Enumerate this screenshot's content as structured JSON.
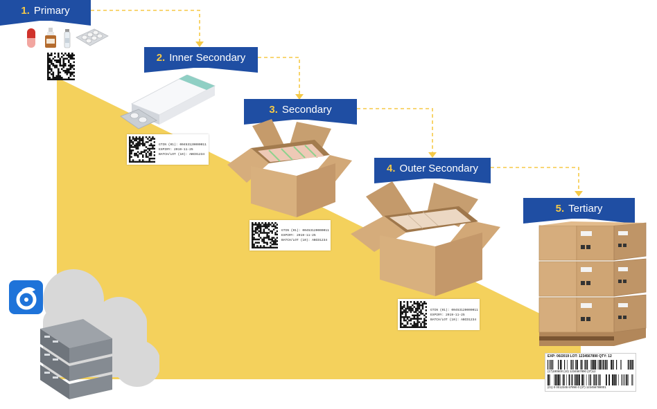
{
  "stages": [
    {
      "num": "1.",
      "label": "Primary"
    },
    {
      "num": "2.",
      "label": "Inner Secondary"
    },
    {
      "num": "3.",
      "label": "Secondary"
    },
    {
      "num": "4.",
      "label": "Outer Secondary"
    },
    {
      "num": "5.",
      "label": "Tertiary"
    }
  ],
  "product_label": {
    "gtin": "GTIN (01): 00453120000011",
    "expiry": "EXPIRY: 2019-11-25",
    "batch": "BATCH/LOT (10): ABCD1234"
  },
  "pallet_label": {
    "top": "EXP: 06/2019   LOT: 1234567890   QTY: 12",
    "line1": "(17)190600 (10) 1234567890 (37)12",
    "line2": "(01) 0 0012345 67890 0 (37) 123456789001"
  },
  "colors": {
    "banner": "#1f4ea3",
    "accent": "#f5c947",
    "triangle": "#f4d15c",
    "connector": "#f5c947"
  },
  "icons": [
    "capsule-icon",
    "dropper-bottle-icon",
    "vial-icon",
    "blister-pack-icon",
    "app-logo-icon",
    "cloud-server-icon"
  ]
}
